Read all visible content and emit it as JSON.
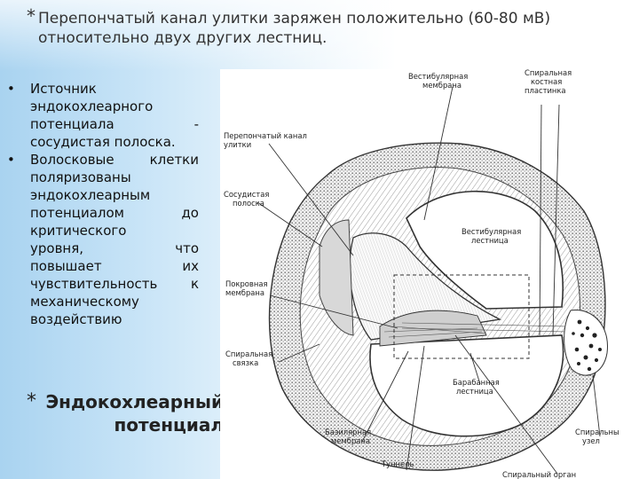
{
  "title": {
    "star": "*",
    "line1": "Перепончатый канал улитки заряжен положительно (60-80 мВ)",
    "line2": "относительно двух других лестниц."
  },
  "bullets": [
    {
      "marker": "•",
      "lines": [
        [
          "Источник"
        ],
        [
          "эндокохлеарного"
        ],
        [
          "потенциала",
          "-"
        ],
        [
          "сосудистая полоска."
        ]
      ]
    },
    {
      "marker": "•",
      "lines": [
        [
          "Волосковые",
          "клетки"
        ],
        [
          "поляризованы"
        ],
        [
          "эндокохлеарным"
        ],
        [
          "потенциалом",
          "до"
        ],
        [
          "критического"
        ],
        [
          "уровня,",
          "что"
        ],
        [
          "повышает",
          "их"
        ],
        [
          "чувствительность",
          "к"
        ],
        [
          "механическому"
        ],
        [
          "воздействию"
        ]
      ]
    }
  ],
  "subheading": {
    "star": "*",
    "line1": "Эндокохлеарный",
    "line2": "потенциал"
  },
  "figure_labels": {
    "vestibular_membrane": [
      "Вестибулярная",
      "мембрана"
    ],
    "spiral_lamina": [
      "Спиральная",
      "костная",
      "пластинка"
    ],
    "membranous_canal": [
      "Перепончатый канал",
      "улитки"
    ],
    "stria_vascularis": [
      "Сосудистая",
      "полоска"
    ],
    "scala_vestibuli": [
      "Вестибулярная",
      "лестница"
    ],
    "tectorial_membrane": [
      "Покровная",
      "мембрана"
    ],
    "spiral_ligament": [
      "Спиральная",
      "связка"
    ],
    "scala_tympani": [
      "Барабанная",
      "лестница"
    ],
    "basilar_membrane": [
      "Базилярная",
      "мембрана"
    ],
    "spiral_ganglion": [
      "Спиральный",
      "узел"
    ],
    "tunnel": [
      "Туннель"
    ],
    "organ_of_corti": [
      "Спиральный орган"
    ]
  },
  "colors": {
    "band": "#a9d3f0",
    "text": "#111111",
    "title_text": "#333333"
  }
}
